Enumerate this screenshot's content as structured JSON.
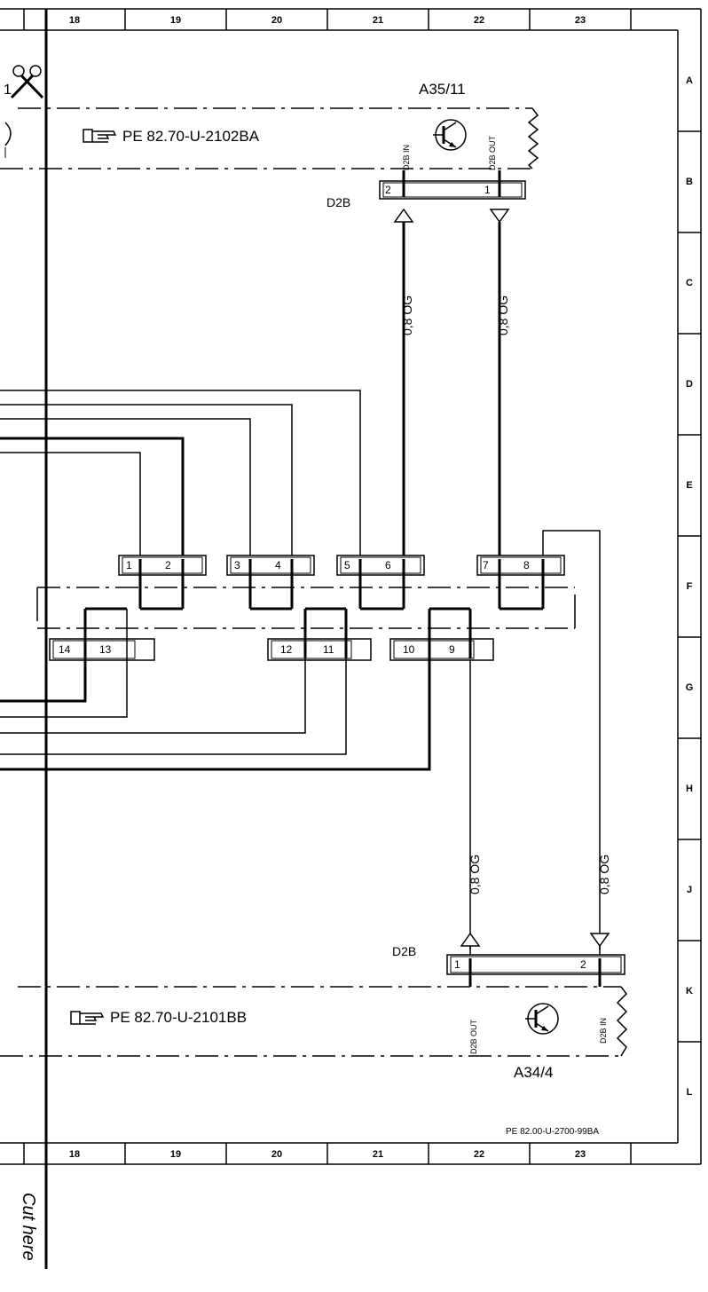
{
  "columns": [
    "18",
    "19",
    "20",
    "21",
    "22",
    "23"
  ],
  "rows": [
    "A",
    "B",
    "C",
    "D",
    "E",
    "F",
    "G",
    "H",
    "J",
    "K",
    "L"
  ],
  "cut_marker": "1",
  "cut_text": "Cut here",
  "sheet_ref": "PE 82.00-U-2700-99BA",
  "top_module": {
    "name": "A35/11",
    "ref": "PE 82.70-U-2102BA",
    "pin_in_label": "D2B IN",
    "pin_out_label": "D2B OUT",
    "connector": "D2B",
    "pins": [
      "2",
      "1"
    ]
  },
  "bottom_module": {
    "name": "A34/4",
    "ref": "PE 82.70-U-2101BB",
    "pin_out_label": "D2B OUT",
    "pin_in_label": "D2B IN",
    "connector": "D2B",
    "pins": [
      "1",
      "2"
    ]
  },
  "wires": {
    "w1": "0,8 OG",
    "w2": "0,8 OG",
    "w3": "0,8 OG",
    "w4": "0,8 OG"
  },
  "bridge_upper": [
    {
      "left": "1",
      "right": "2"
    },
    {
      "left": "3",
      "right": "4"
    },
    {
      "left": "5",
      "right": "6"
    },
    {
      "left": "7",
      "right": "8"
    }
  ],
  "bridge_lower": [
    {
      "left": "14",
      "right": "13"
    },
    {
      "left": "12",
      "right": "11"
    },
    {
      "left": "10",
      "right": "9"
    }
  ]
}
